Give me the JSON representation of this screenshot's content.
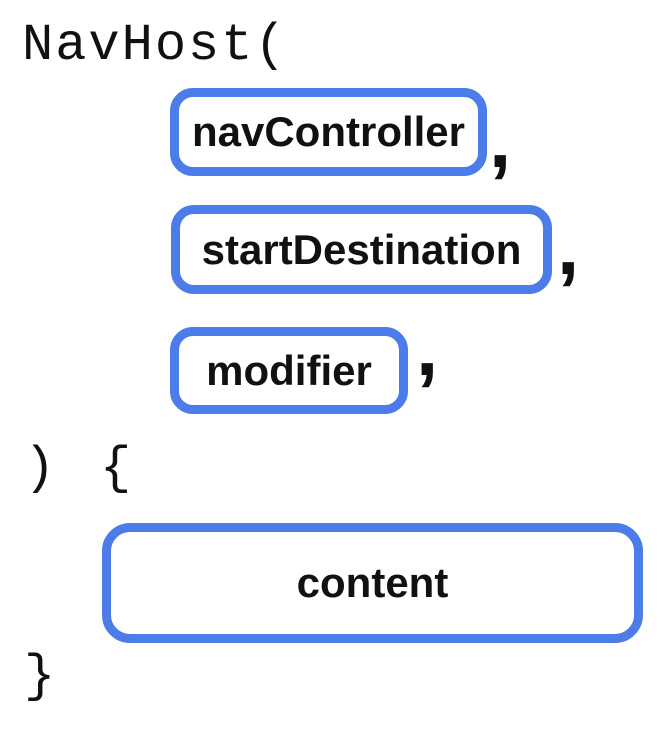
{
  "colors": {
    "accent": "#4C7CE8",
    "text": "#111111",
    "background": "#FFFFFF"
  },
  "code": {
    "function_open": "NavHost(",
    "close_paren": ")",
    "open_brace": "{",
    "close_brace": "}"
  },
  "parameters": [
    {
      "label": "navController",
      "separator": ","
    },
    {
      "label": "startDestination",
      "separator": ","
    },
    {
      "label": "modifier",
      "separator": ","
    }
  ],
  "body": {
    "label": "content"
  }
}
